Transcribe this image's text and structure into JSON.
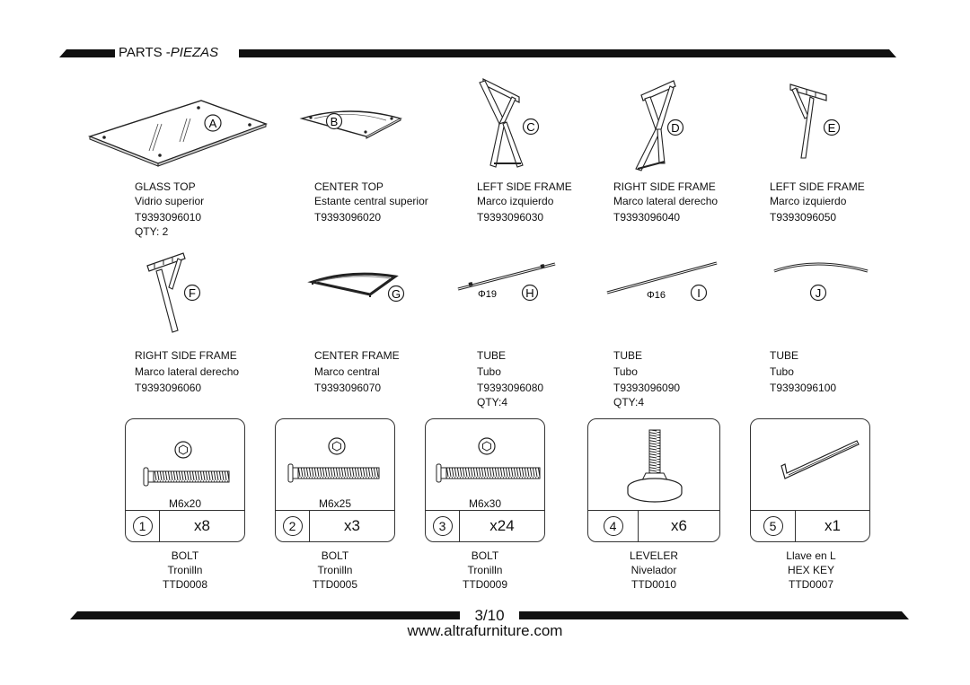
{
  "header": {
    "title": "PARTS -",
    "title_es": "PIEZAS"
  },
  "parts": [
    {
      "letter": "A",
      "name": "GLASS TOP",
      "name_es": "Vidrio superior",
      "code": "T9393096010",
      "qty": "QTY: 2"
    },
    {
      "letter": "B",
      "name": "CENTER TOP",
      "name_es": "Estante central superior",
      "code": "T9393096020"
    },
    {
      "letter": "C",
      "name": "LEFT SIDE FRAME",
      "name_es": "Marco izquierdo",
      "code": "T9393096030"
    },
    {
      "letter": "D",
      "name": "RIGHT SIDE FRAME",
      "name_es": "Marco lateral derecho",
      "code": "T9393096040"
    },
    {
      "letter": "E",
      "name": "LEFT SIDE FRAME",
      "name_es": "Marco izquierdo",
      "code": "T9393096050"
    },
    {
      "letter": "F",
      "name": "RIGHT SIDE FRAME",
      "name_es": "Marco lateral derecho",
      "code": "T9393096060"
    },
    {
      "letter": "G",
      "name": "CENTER FRAME",
      "name_es": "Marco central",
      "code": "T9393096070"
    },
    {
      "letter": "H",
      "name": "TUBE",
      "name_es": "Tubo",
      "code": "T9393096080",
      "qty": "QTY:4",
      "diameter": "Φ19"
    },
    {
      "letter": "I",
      "name": "TUBE",
      "name_es": "Tubo",
      "code": "T9393096090",
      "qty": "QTY:4",
      "diameter": "Φ16"
    },
    {
      "letter": "J",
      "name": "TUBE",
      "name_es": "Tubo",
      "code": "T9393096100"
    }
  ],
  "hardware": [
    {
      "num": "1",
      "size": "M6x20",
      "qty": "x8",
      "name": "BOLT",
      "name_es": "Tronilln",
      "code": "TTD0008"
    },
    {
      "num": "2",
      "size": "M6x25",
      "qty": "x3",
      "name": "BOLT",
      "name_es": "Tronilln",
      "code": "TTD0005"
    },
    {
      "num": "3",
      "size": "M6x30",
      "qty": "x24",
      "name": "BOLT",
      "name_es": "Tronilln",
      "code": "TTD0009"
    },
    {
      "num": "4",
      "size": "",
      "qty": "x6",
      "name": "LEVELER",
      "name_es": "Nivelador",
      "code": "TTD0010"
    },
    {
      "num": "5",
      "size": "",
      "qty": "x1",
      "name": "Llave en L",
      "name_es": "HEX KEY",
      "code": "TTD0007"
    }
  ],
  "footer": {
    "page": "3/10",
    "url": "www.altrafurniture.com"
  }
}
